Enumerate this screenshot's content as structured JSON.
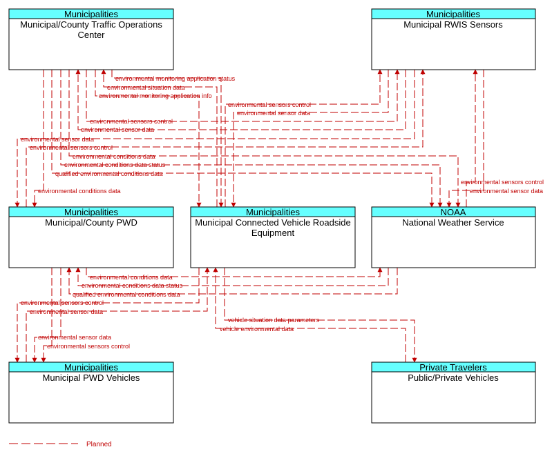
{
  "nodes": {
    "toc": {
      "category": "Municipalities",
      "title_lines": [
        "Municipal/County Traffic Operations",
        "Center"
      ]
    },
    "rwis": {
      "category": "Municipalities",
      "title_lines": [
        "Municipal RWIS Sensors"
      ]
    },
    "pwd": {
      "category": "Municipalities",
      "title_lines": [
        "Municipal/County PWD"
      ]
    },
    "cvre": {
      "category": "Municipalities",
      "title_lines": [
        "Municipal Connected Vehicle Roadside",
        "Equipment"
      ]
    },
    "nws": {
      "category": "NOAA",
      "title_lines": [
        "National Weather Service"
      ]
    },
    "pwdv": {
      "category": "Municipalities",
      "title_lines": [
        "Municipal PWD Vehicles"
      ]
    },
    "ppv": {
      "category": "Private Travelers",
      "title_lines": [
        "Public/Private Vehicles"
      ]
    }
  },
  "flows": {
    "f01": "environmental monitoring application status",
    "f02": "environmental situation data",
    "f03": "environmental monitoring application info",
    "f04": "environmental sensors control",
    "f05": "environmental sensor data",
    "f06": "environmental sensors control",
    "f07": "environmental sensor data",
    "f08": "environmental sensor data",
    "f09": "environmental sensors control",
    "f10": "environmental conditions data",
    "f11": "environmental conditions data status",
    "f12": "qualified environmental conditions data",
    "f13": "environmental conditions data",
    "f14": "environmental sensors control",
    "f15": "environmental sensor data",
    "f16": "environmental conditions data",
    "f17": "environmental conditions data status",
    "f18": "qualified environmental conditions data",
    "f19": "environmental sensors control",
    "f20": "environmental sensor data",
    "f21": "environmental sensor data",
    "f22": "environmental sensors control",
    "f23": "vehicle situation data parameters",
    "f24": "vehicle environmental data"
  },
  "legend": {
    "planned_label": "Planned"
  },
  "colors": {
    "header_fill": "#66ffff",
    "flow_color": "#c00000"
  }
}
